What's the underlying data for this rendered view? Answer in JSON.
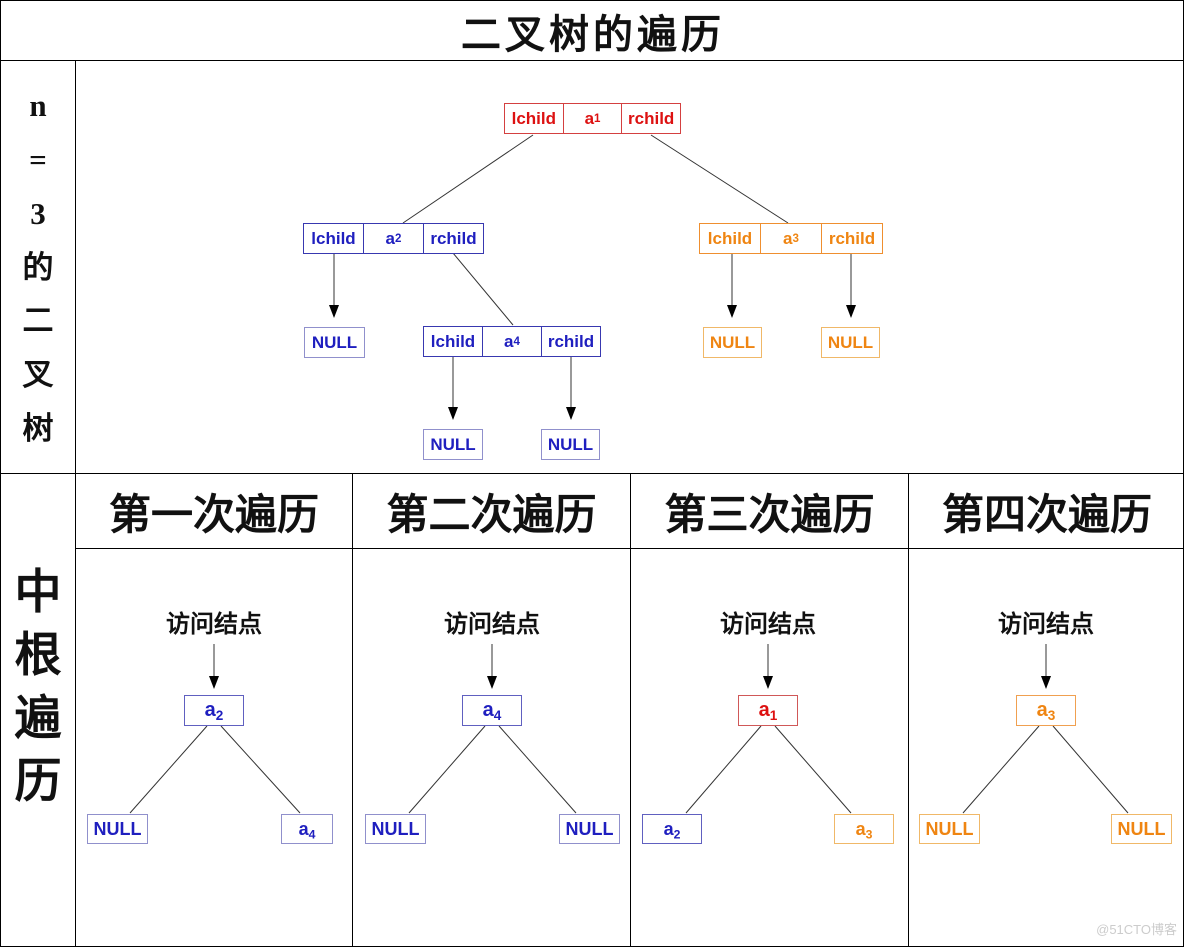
{
  "title": "二叉树的遍历",
  "sidebar": {
    "top_label": "n = 3 的二叉树",
    "top_chars": [
      "n",
      "=",
      "3",
      "的",
      "二",
      "叉",
      "树"
    ],
    "bottom_label": "中根遍历",
    "bottom_chars": [
      "中",
      "根",
      "遍",
      "历"
    ]
  },
  "labels": {
    "lchild": "lchild",
    "rchild": "rchild",
    "null": "NULL",
    "visit_node": "访问结点"
  },
  "names": {
    "a1": {
      "base": "a",
      "sub": "1"
    },
    "a2": {
      "base": "a",
      "sub": "2"
    },
    "a3": {
      "base": "a",
      "sub": "3"
    },
    "a4": {
      "base": "a",
      "sub": "4"
    }
  },
  "tree": {
    "root": "a1",
    "edges": [
      [
        "a1-lchild",
        "a2"
      ],
      [
        "a1-rchild",
        "a3"
      ],
      [
        "a2-lchild",
        "NULL"
      ],
      [
        "a2-rchild",
        "a4"
      ],
      [
        "a4-lchild",
        "NULL"
      ],
      [
        "a4-rchild",
        "NULL"
      ],
      [
        "a3-lchild",
        "NULL"
      ],
      [
        "a3-rchild",
        "NULL"
      ]
    ]
  },
  "panels": [
    {
      "header": "第一次遍历",
      "visit_label": "访问结点",
      "node": "a2",
      "left": "NULL",
      "right": "a4"
    },
    {
      "header": "第二次遍历",
      "visit_label": "访问结点",
      "node": "a4",
      "left": "NULL",
      "right": "NULL"
    },
    {
      "header": "第三次遍历",
      "visit_label": "访问结点",
      "node": "a1",
      "left": "a2",
      "right": "a3"
    },
    {
      "header": "第四次遍历",
      "visit_label": "访问结点",
      "node": "a3",
      "left": "NULL",
      "right": "NULL"
    }
  ],
  "watermark": "@51CTO博客",
  "colors": {
    "red_text": "#dd1111",
    "red_border": "#d44040",
    "blue_text": "#1f1fbf",
    "blue_border": "#3838b0",
    "blue_border_light": "#9090cc",
    "orange_text": "#ef8512",
    "orange_border": "#ef8f2f",
    "orange_border_light": "#f0b868",
    "line": "#333333",
    "grid": "#000000",
    "watermark": "#cccccc"
  }
}
